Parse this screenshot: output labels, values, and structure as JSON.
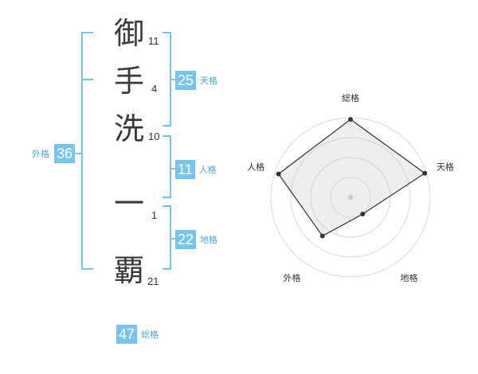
{
  "name": {
    "characters": [
      {
        "char": "御",
        "strokes": "11"
      },
      {
        "char": "手",
        "strokes": "4"
      },
      {
        "char": "洗",
        "strokes": "10"
      },
      {
        "char": "一",
        "strokes": "1"
      },
      {
        "char": "覇",
        "strokes": "21"
      }
    ]
  },
  "fortunes": {
    "tenkaku": {
      "value": "25",
      "label": "天格"
    },
    "jinkaku": {
      "value": "11",
      "label": "人格"
    },
    "chikaku": {
      "value": "22",
      "label": "地格"
    },
    "gaikaku": {
      "value": "36",
      "label": "外格"
    },
    "soukaku": {
      "value": "47",
      "label": "総格"
    }
  },
  "colors": {
    "accent": "#77c4f1",
    "bracket": "#77c4f1",
    "label": "#4aa8dd"
  },
  "chart_data": {
    "type": "radar",
    "axes": [
      "総格",
      "天格",
      "地格",
      "外格",
      "人格"
    ],
    "values": [
      0.98,
      0.98,
      0.26,
      0.6,
      0.95
    ],
    "rings": 4
  }
}
